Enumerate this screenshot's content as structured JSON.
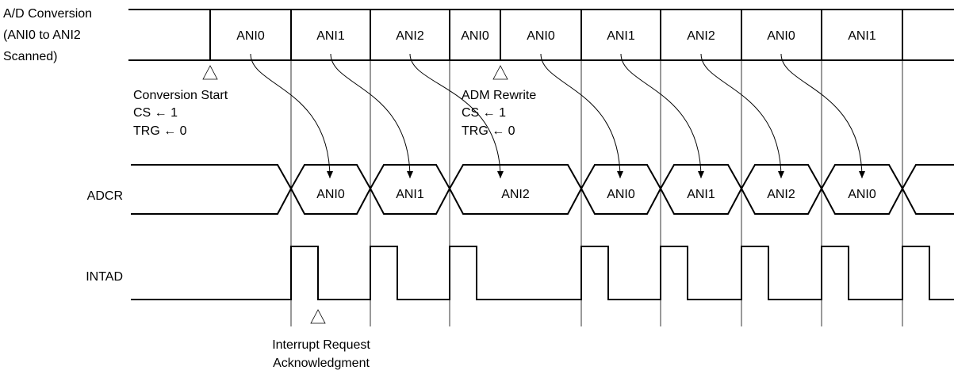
{
  "rows": {
    "ad_label": [
      "A/D Conversion",
      "(ANI0 to ANI2",
      "Scanned)"
    ],
    "adcr_label": "ADCR",
    "intad_label": "INTAD"
  },
  "ad_slots": [
    "ANI0",
    "ANI1",
    "ANI2",
    "ANI0",
    "ANI0",
    "ANI1",
    "ANI2",
    "ANI0",
    "ANI1"
  ],
  "adcr_slots": [
    "ANI0",
    "ANI1",
    "ANI2",
    "ANI0",
    "ANI1",
    "ANI2",
    "ANI0"
  ],
  "annotations": {
    "conversion_start": [
      "Conversion Start",
      "CS ← 1",
      "TRG ← 0"
    ],
    "adm_rewrite": [
      "ADM Rewrite",
      "CS ← 1",
      "TRG ← 0"
    ],
    "interrupt": [
      "Interrupt Request",
      "Acknowledgment"
    ]
  },
  "colors": {
    "line": "#000000",
    "background": "#ffffff"
  }
}
